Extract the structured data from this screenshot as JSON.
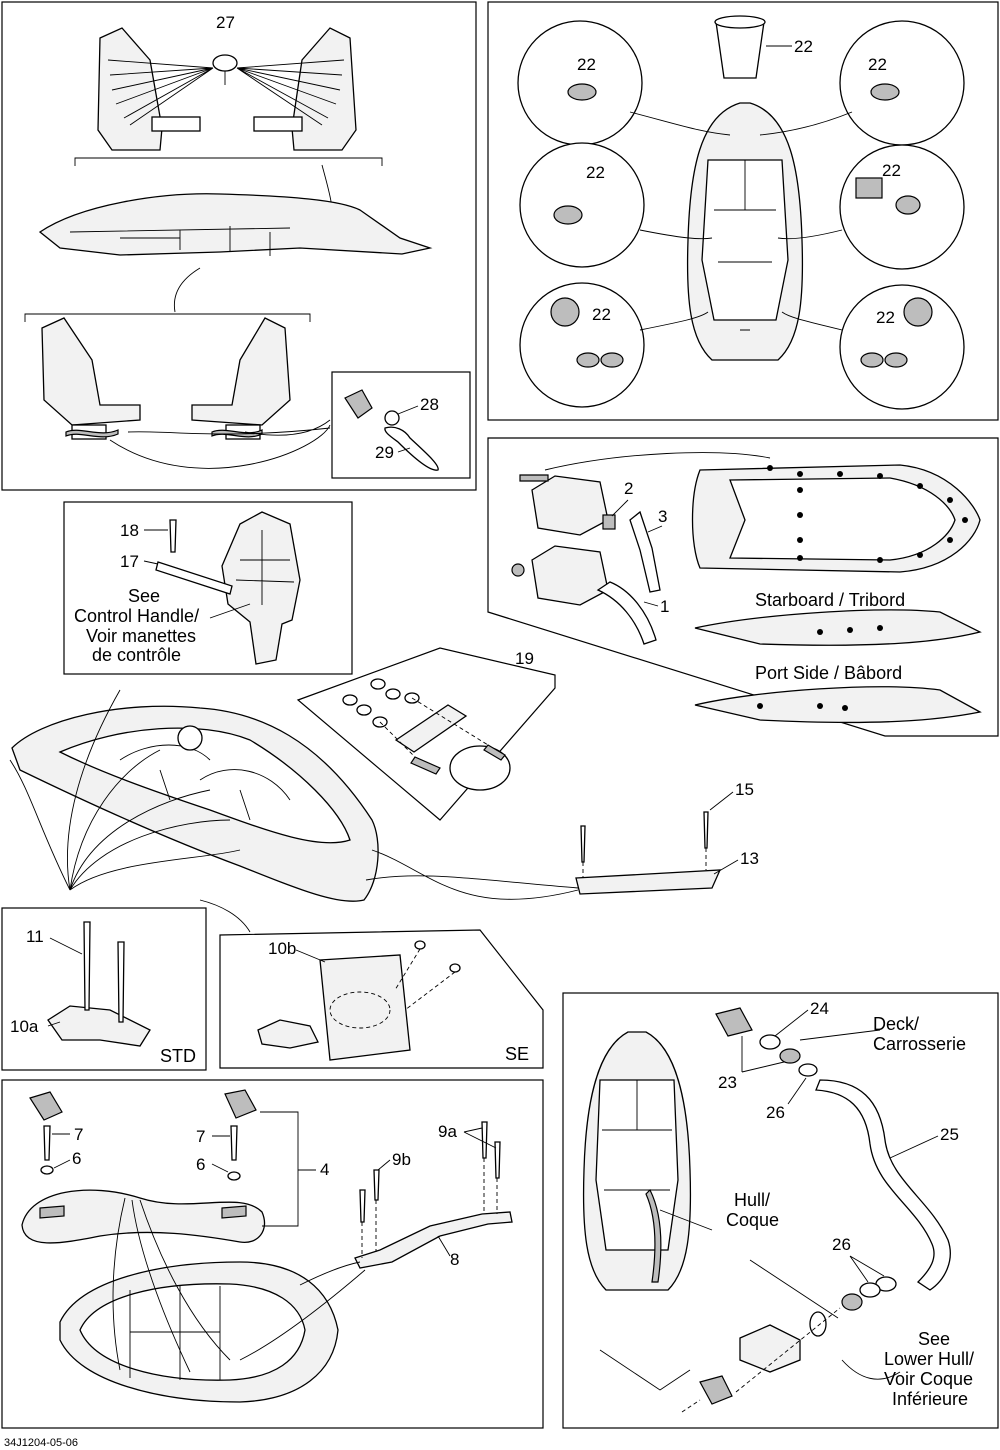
{
  "callouts": {
    "c27": "27",
    "c28": "28",
    "c29": "29",
    "c22a": "22",
    "c22b": "22",
    "c22c": "22",
    "c22d": "22",
    "c22e": "22",
    "c22f": "22",
    "c22g": "22",
    "c2": "2",
    "c3": "3",
    "c1": "1",
    "c18": "18",
    "c17": "17",
    "c19": "19",
    "c15": "15",
    "c13": "13",
    "c11": "11",
    "c10a": "10a",
    "c10b": "10b",
    "c24": "24",
    "c23": "23",
    "c26a": "26",
    "c25": "25",
    "c26b": "26",
    "c7a": "7",
    "c6a": "6",
    "c7b": "7",
    "c6b": "6",
    "c4": "4",
    "c9a": "9a",
    "c9b": "9b",
    "c8": "8"
  },
  "labels": {
    "see_control_1": "See",
    "see_control_2": "Control Handle/",
    "see_control_3": "Voir manettes",
    "see_control_4": "de contrôle",
    "starboard": "Starboard / Tribord",
    "port": "Port Side / Bâbord",
    "std": "STD",
    "se": "SE",
    "deck_1": "Deck/",
    "deck_2": "Carrosserie",
    "hull_1": "Hull/",
    "hull_2": "Coque",
    "lower_1": "See",
    "lower_2": "Lower Hull/",
    "lower_3": "Voir Coque",
    "lower_4": "Inférieure",
    "ref_code": "34J1204-05-06"
  }
}
